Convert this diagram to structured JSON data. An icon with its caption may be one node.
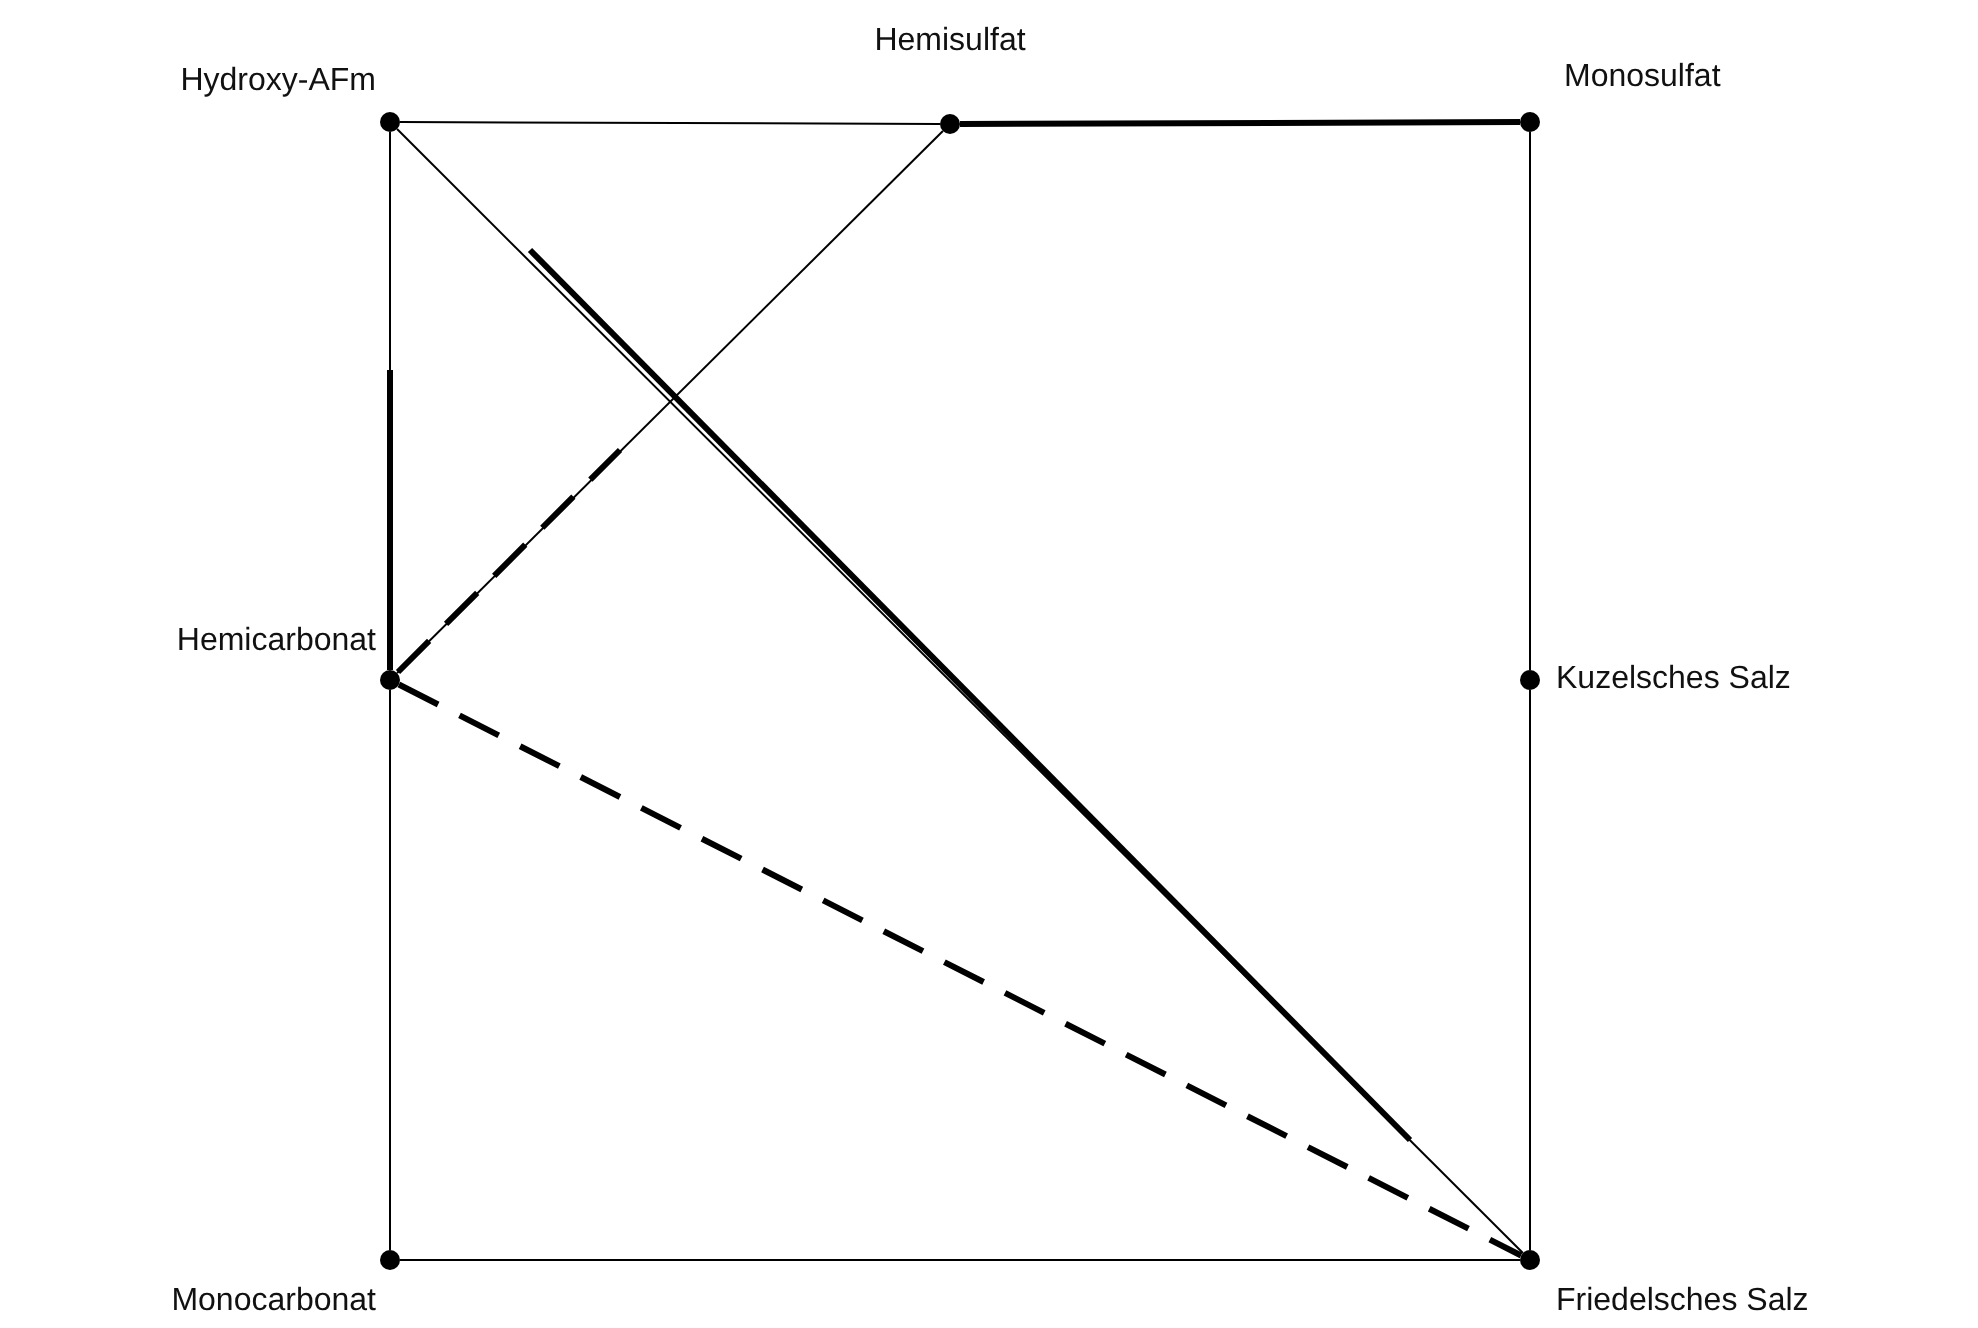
{
  "diagram": {
    "nodes": [
      {
        "text": [],
        "shape": "circle",
        "beside": [
          "Hydroxy-AFm"
        ]
      },
      {
        "text": [],
        "shape": "circle",
        "beside": [
          "Hemisulfat"
        ]
      },
      {
        "text": [],
        "shape": "circle",
        "beside": [
          "Monosulfat"
        ]
      },
      {
        "text": [],
        "shape": "circle",
        "beside": [
          "Hemicarbonat"
        ]
      },
      {
        "text": [],
        "shape": "circle",
        "beside": [
          "Kuzelsches Salz"
        ]
      },
      {
        "text": [],
        "shape": "circle",
        "beside": [
          "Monocarbonat"
        ]
      },
      {
        "text": [],
        "shape": "circle",
        "beside": [
          "Friedelsches Salz"
        ]
      }
    ],
    "edges": [
      {
        "from": 0,
        "to": 1,
        "arrow": "none"
      },
      {
        "from": 1,
        "to": 2,
        "arrow": "none",
        "style": "thick"
      },
      {
        "from": 2,
        "to": 4,
        "arrow": "none"
      },
      {
        "from": 4,
        "to": 6,
        "arrow": "none"
      },
      {
        "from": 5,
        "to": 6,
        "arrow": "none"
      },
      {
        "from": 3,
        "to": 5,
        "arrow": "none"
      },
      {
        "from": 0,
        "to": 3,
        "arrow": "none"
      },
      {
        "from": 0,
        "to": 6,
        "arrow": "none"
      },
      {
        "from": 3,
        "to": 1,
        "arrow": "none"
      },
      {
        "from": 3,
        "to": 6,
        "arrow": "none",
        "style": "dashed"
      }
    ]
  }
}
